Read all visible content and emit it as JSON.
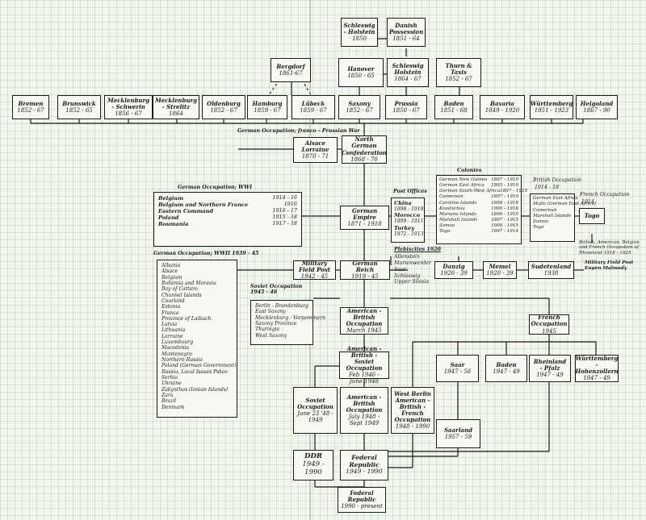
{
  "states": {
    "schleswig_holstein": {
      "name": "Schleswig - Holstein",
      "years": "1850"
    },
    "danish_possession": {
      "name": "Danish Possession",
      "years": "1851 - 64"
    },
    "bergedorf": {
      "name": "Bergdorf",
      "years": "1861-67"
    },
    "hanover": {
      "name": "Hanover",
      "years": "1850 - 65"
    },
    "schleswig_holstein_2": {
      "name": "Schleswig Holstein",
      "years": "1864 - 67"
    },
    "thurn_taxis": {
      "name": "Thurn & Taxis",
      "years": "1852 - 67"
    },
    "bremen": {
      "name": "Bremen",
      "years": "1852 - 67"
    },
    "brunswick": {
      "name": "Brunswick",
      "years": "1852 - 65"
    },
    "mecklenburg_schwerin": {
      "name": "Mecklenburg - Schwerin",
      "years": "1856 - 67"
    },
    "mecklenburg_strelitz": {
      "name": "Mecklenburg - Strelitz",
      "years": "1864"
    },
    "oldenburg": {
      "name": "Oldenburg",
      "years": "1852 - 67"
    },
    "hamburg": {
      "name": "Hamburg",
      "years": "1859 - 67"
    },
    "lubeck": {
      "name": "Lübeck",
      "years": "1859 - 67"
    },
    "saxony": {
      "name": "Saxony",
      "years": "1852 - 67"
    },
    "prussia": {
      "name": "Prussia",
      "years": "1850 - 67"
    },
    "baden": {
      "name": "Baden",
      "years": "1851 - 68"
    },
    "bavaria": {
      "name": "Bavaria",
      "years": "1849 - 1920"
    },
    "wurttemberg": {
      "name": "Württemberg",
      "years": "1851 - 1923"
    },
    "helgoland": {
      "name": "Helgoland",
      "years": "1867 - 90"
    }
  },
  "fp_label": "German Occupation; franco - Prussian War",
  "alsace": {
    "name": "Alsace Lorraine",
    "years": "1870 - 71"
  },
  "ngc": {
    "name": "North German Confederation",
    "years": "1868 - 70"
  },
  "wwi": {
    "title": "German Occupation; WWI",
    "rows": [
      {
        "name": "Belgium",
        "years": "1914 - 16"
      },
      {
        "name": "Belgium and Northern France",
        "years": "1916"
      },
      {
        "name": "Eastern Command",
        "years": "1916 - 17"
      },
      {
        "name": "Poland",
        "years": "1915 - 18"
      },
      {
        "name": "Roumania",
        "years": "1917 - 18"
      }
    ]
  },
  "post_offices": {
    "title": "Post Offices",
    "rows": [
      {
        "name": "China",
        "years": "1898 - 1918"
      },
      {
        "name": "Morocco",
        "years": "1899 - 1911"
      },
      {
        "name": "Turkey",
        "years": "1872 - 1913"
      }
    ]
  },
  "empire": {
    "name": "German Empire",
    "years": "1871 - 1918"
  },
  "colonies": {
    "title": "Colonies",
    "rows": [
      {
        "name": "German New Guinea",
        "years": "1897 - 1919"
      },
      {
        "name": "German East Africa",
        "years": "1893 - 1919"
      },
      {
        "name": "German South-West Africa",
        "years": "1897 - 1915"
      },
      {
        "name": "Cameroun",
        "years": "1897 - 1919"
      },
      {
        "name": "Caroline Islands",
        "years": "1899 - 1918"
      },
      {
        "name": "Kiautschou",
        "years": "1900 - 1918"
      },
      {
        "name": "Mariana Islands",
        "years": "1899 - 1915"
      },
      {
        "name": "Marshall Islands",
        "years": "1897 - 1915"
      },
      {
        "name": "Samoa",
        "years": "1900 - 1915"
      },
      {
        "name": "Togo",
        "years": "1897 - 1914"
      }
    ]
  },
  "british": {
    "title": "British Occupation",
    "years": "1914 - 18",
    "items": [
      "German East Africa",
      "Mafia (German East Africa)",
      "Cameroun",
      "Marshall Islands",
      "Samoa",
      "Togo"
    ]
  },
  "french_occ_togo": {
    "title": "French Occupation",
    "years": "1914",
    "box": "Togo"
  },
  "baf": {
    "text": "British, American, Belgian and French Occupation of Rhineland",
    "years": "1918 - 1925"
  },
  "mfp_eupen": {
    "name": "Military Field Post Eupen Malmedy"
  },
  "wwii": {
    "title": "German Occupation; WWII 1939 - 45",
    "items": [
      "Albania",
      "Alsace",
      "Belgium",
      "Bohemia and Moravia",
      "Bay of Cattaro",
      "Channel Islands",
      "Courland",
      "Estonia",
      "France",
      "Province of Laibach",
      "Latvia",
      "Lithuania",
      "Lorraine",
      "Luxembourg",
      "Macedonia",
      "Montenegro",
      "Northern Russia",
      "Poland (German Government)",
      "Russia, Local Issues Pskov",
      "Serbia",
      "Ukraine",
      "Zakynthos (Ionian Islands)",
      "Zara",
      "Brazil",
      "Denmark"
    ]
  },
  "mfp": {
    "name": "Military Field Post",
    "years": "1942 - 45"
  },
  "reich": {
    "name": "German Reich",
    "years": "1919 - 45"
  },
  "plebiscites": {
    "title": "Plebiscites 1920",
    "items": [
      "Allenstein",
      "Marienwerder",
      "Saar",
      "Schleswig",
      "Upper Silesia"
    ]
  },
  "danzig": {
    "name": "Danzig",
    "years": "1920 - 39"
  },
  "memel": {
    "name": "Memel",
    "years": "1920 - 39"
  },
  "sudetenland": {
    "name": "Sudetenland",
    "years": "1938"
  },
  "soviet": {
    "title": "Soviet Occupation 1945 - 46",
    "items": [
      "Berlin - Brandenburg",
      "East Saxony",
      "Mecklenburg - Vorpommern",
      "Saxony Province",
      "Thuringia",
      "West Saxony"
    ]
  },
  "am_brit_1": {
    "name": "American - British Occupation",
    "years": "March 1945"
  },
  "french_occ": {
    "name": "French Occupation",
    "years": "1945"
  },
  "abs": {
    "name": "American - British - Soviet Occupation",
    "years": "Feb 1946 - June 1948"
  },
  "saar": {
    "name": "Saar",
    "years": "1947 - 56"
  },
  "baden_fr": {
    "name": "Baden",
    "years": "1947 - 49"
  },
  "rhineland": {
    "name": "Rheinland - Pfalz",
    "years": "1947 - 49"
  },
  "wurt_hoh": {
    "name": "Württemberg - Hohenzollern",
    "years": "1947 - 49"
  },
  "soviet_occ": {
    "name": "Soviet Occupation",
    "years": "June 23 '48 - 1949"
  },
  "am_brit_2": {
    "name": "American - British Occupation",
    "years": "July 1948 - Sept 1949"
  },
  "west_berlin": {
    "name": "West Berlin American - British - French Occupation",
    "years": "1948 - 1990"
  },
  "saarland": {
    "name": "Saarland",
    "years": "1957 - 59"
  },
  "ddr": {
    "name": "DDR",
    "years": "1949 - 1990"
  },
  "fed_rep": {
    "name": "Federal Republic",
    "years": "1949 - 1990"
  },
  "fed_rep_now": {
    "name": "Federal Republic",
    "years": "1990 - present"
  }
}
